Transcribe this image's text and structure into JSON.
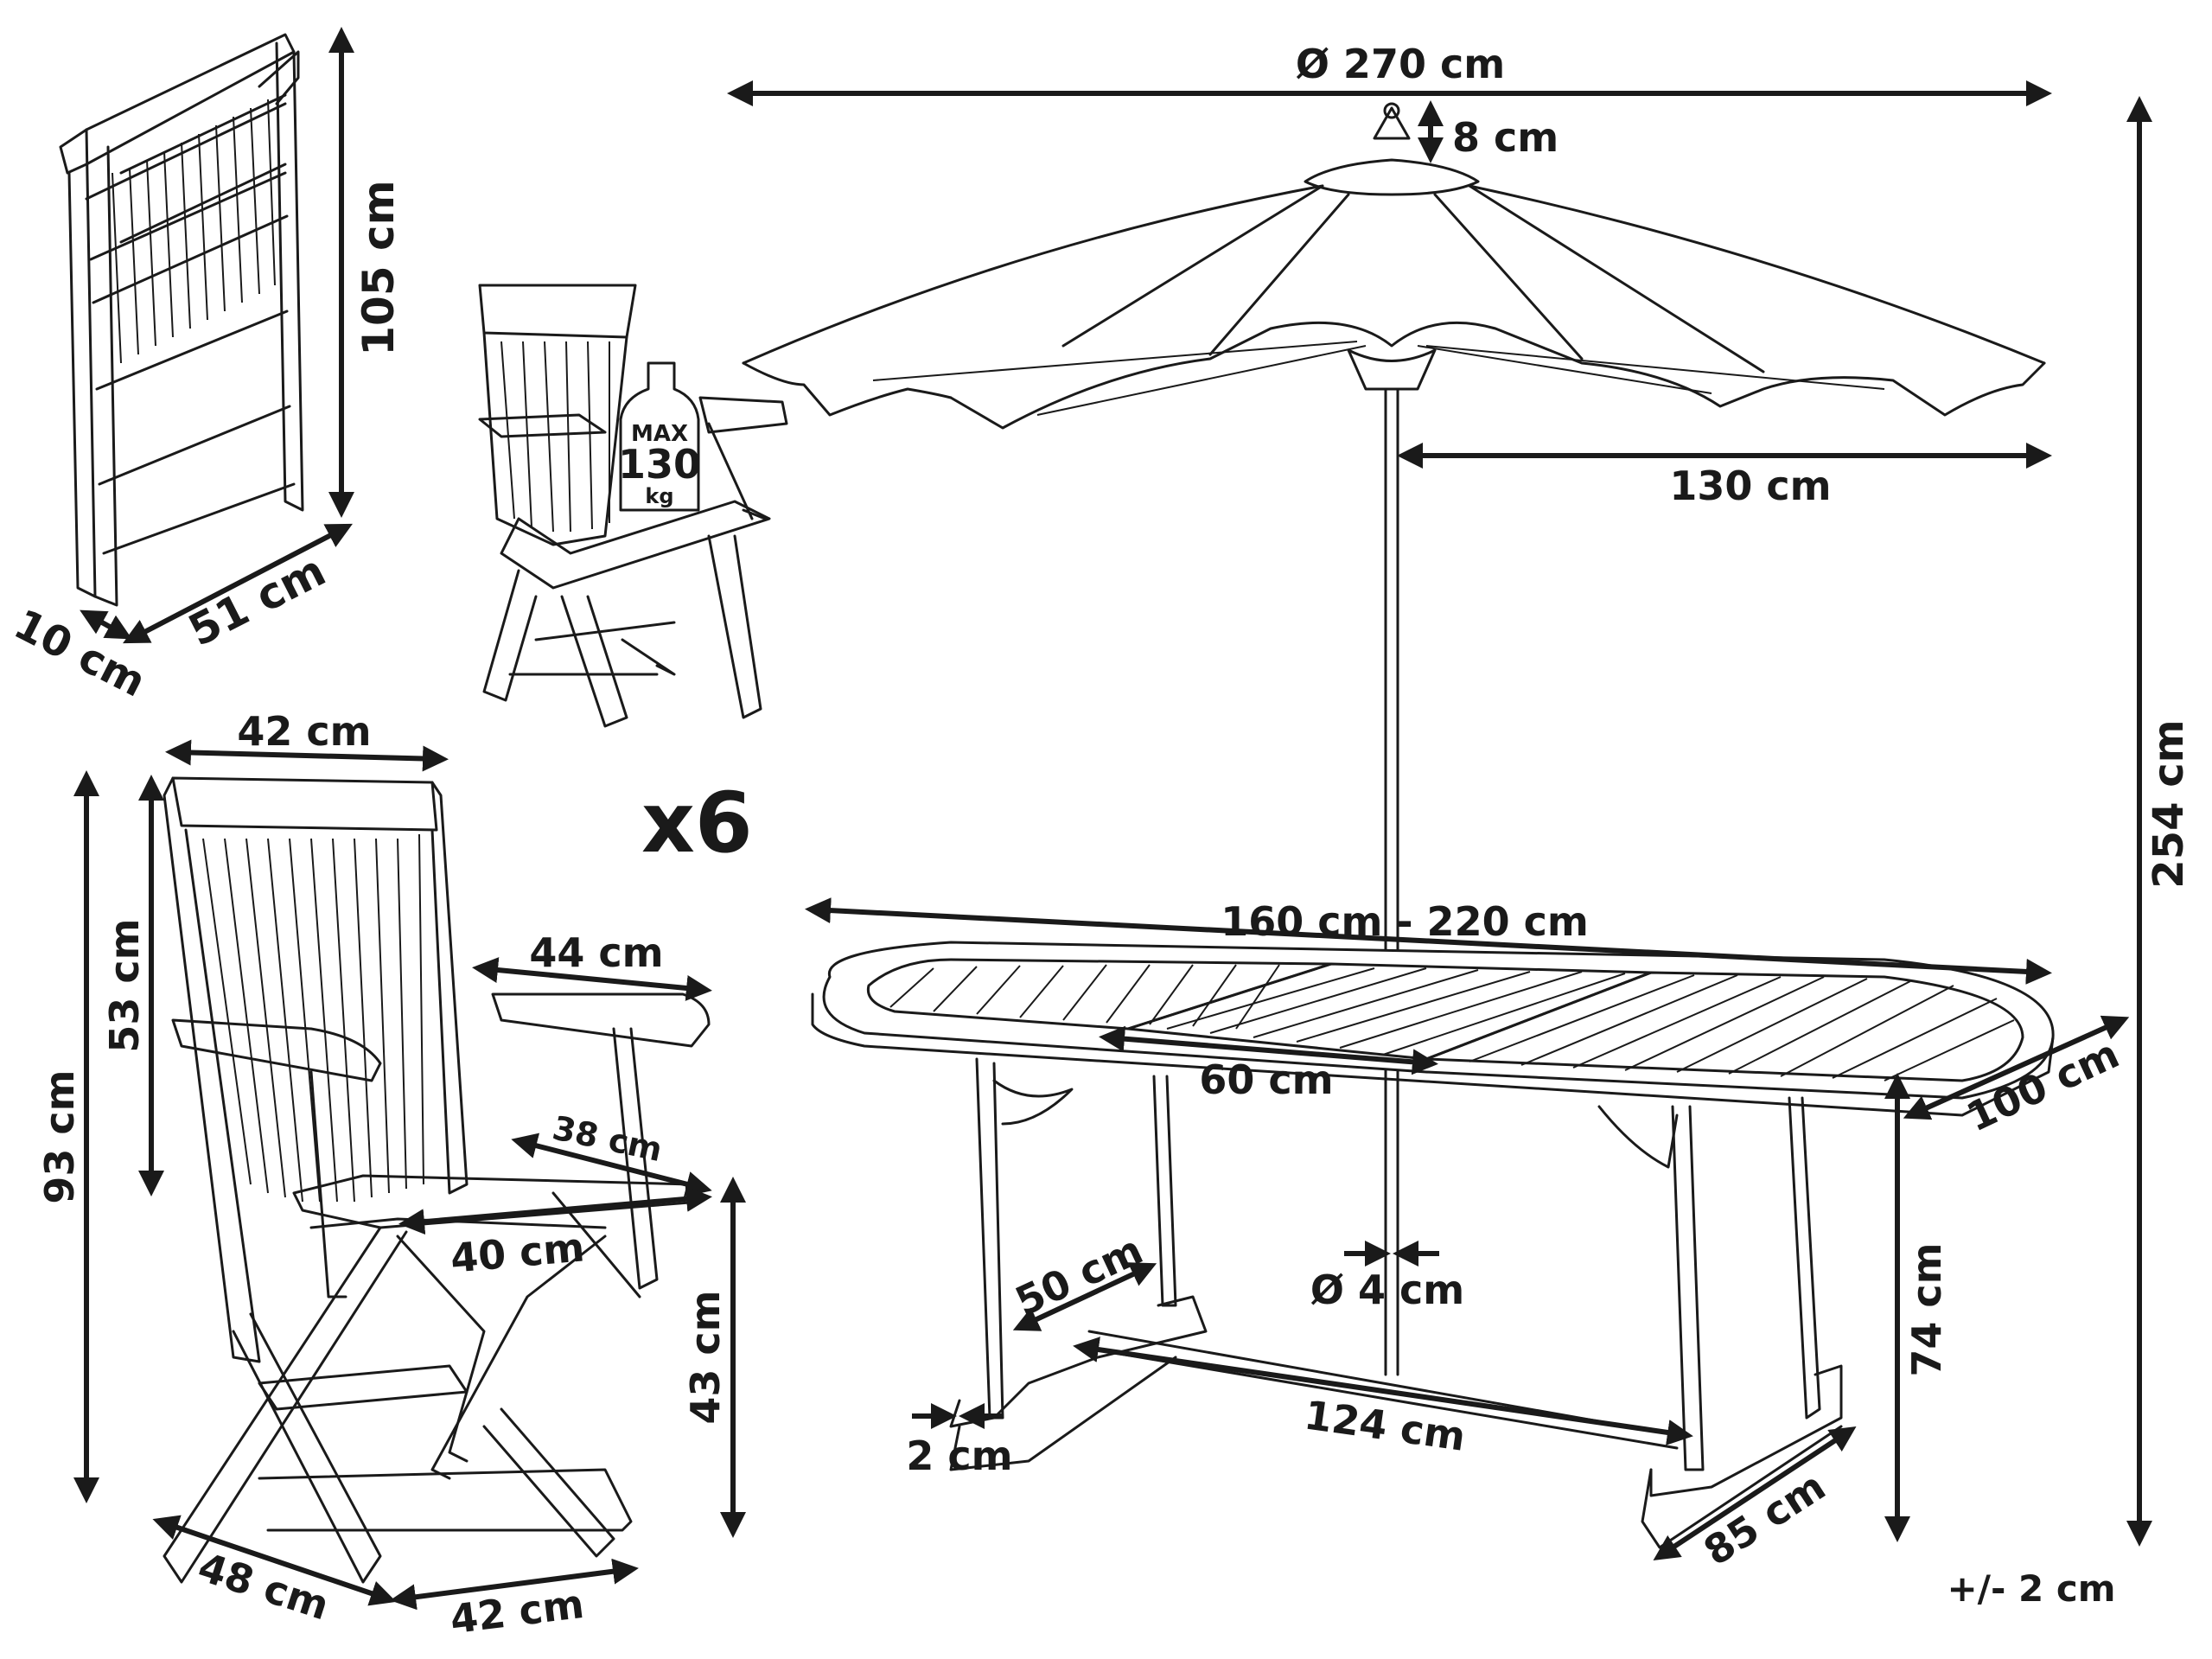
{
  "labels": {
    "folded_height": "105 cm",
    "folded_width": "51 cm",
    "folded_depth": "10 cm",
    "max_load_top": "MAX",
    "max_load_value": "130",
    "max_load_unit": "kg",
    "quantity": "x6",
    "chair_top_width": "42 cm",
    "chair_back_height": "53 cm",
    "chair_height": "93 cm",
    "armrest_length": "44 cm",
    "seat_depth": "38 cm",
    "seat_width": "40 cm",
    "seat_height": "43 cm",
    "chair_base_depth": "48 cm",
    "chair_base_width": "42 cm",
    "umbrella_diameter": "Ø 270 cm",
    "umbrella_top": "8 cm",
    "umbrella_radius": "130 cm",
    "total_height": "254 cm",
    "table_length": "160 cm - 220 cm",
    "extension_leaf": "60 cm",
    "table_width": "100 cm",
    "pole_diameter": "Ø 4 cm",
    "leg_spacing": "50 cm",
    "table_height": "74 cm",
    "foot_thickness": "2 cm",
    "stretcher_length": "124 cm",
    "foot_length": "85 cm",
    "tolerance": "+/- 2 cm"
  },
  "icons": [
    "dimension-arrow-icon",
    "weight-bottle-icon"
  ],
  "colors": {
    "line": "#1a1a1a",
    "background": "#ffffff"
  }
}
